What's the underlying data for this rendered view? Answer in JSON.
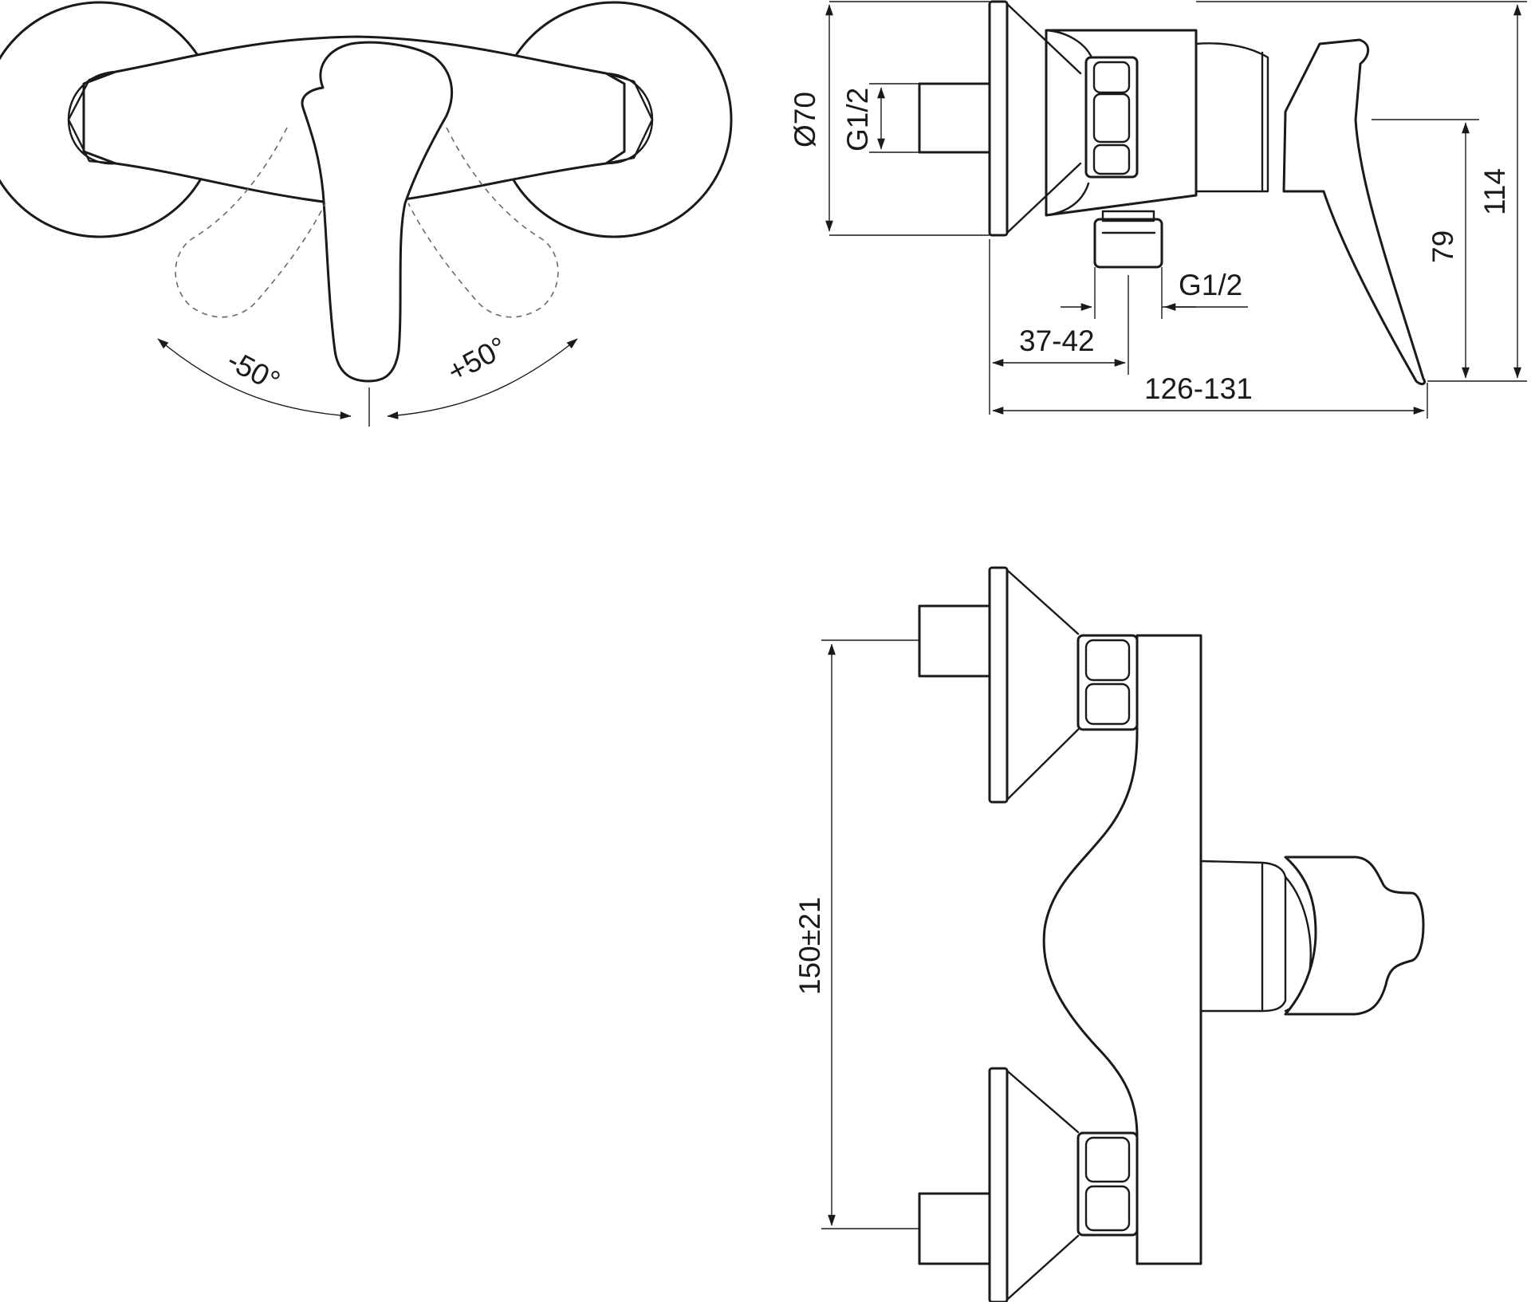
{
  "top_view": {
    "angle_left": "-50°",
    "angle_right": "+50°"
  },
  "side_view": {
    "diameter": "Ø70",
    "inlet_thread": "G1/2",
    "outlet_thread": "G1/2",
    "depth_range": "37-42",
    "total_depth": "126-131",
    "lever_height": "79",
    "total_height": "114"
  },
  "front_view": {
    "center_distance": "150±21"
  }
}
